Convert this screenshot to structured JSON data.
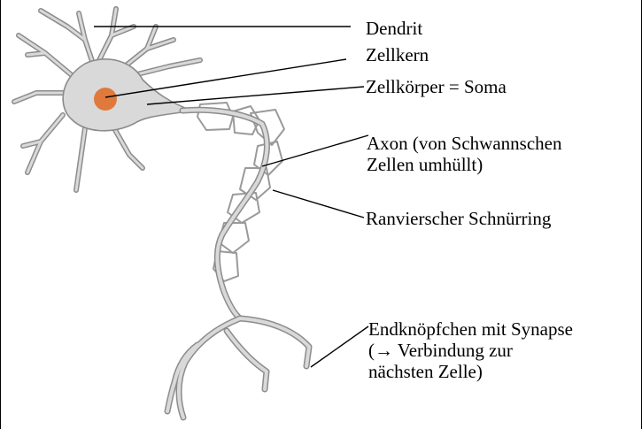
{
  "labels": {
    "dendrit": "Dendrit",
    "zellkern": "Zellkern",
    "soma": "Zellkörper = Soma",
    "axon_line1": "Axon (von Schwannschen",
    "axon_line2": "Zellen umhüllt)",
    "ranvier": "Ranvierscher Schnürring",
    "endknopf_line1": "Endknöpfchen mit Synapse",
    "endknopf_line2": "(→ Verbindung zur",
    "endknopf_line3": "nächsten Zelle)"
  },
  "colors": {
    "cell_fill": "#d9d9d9",
    "cell_stroke": "#8c8c8c",
    "schwann_stroke": "#9a9a9a",
    "nucleus": "#e07a3c",
    "line": "#000000"
  }
}
